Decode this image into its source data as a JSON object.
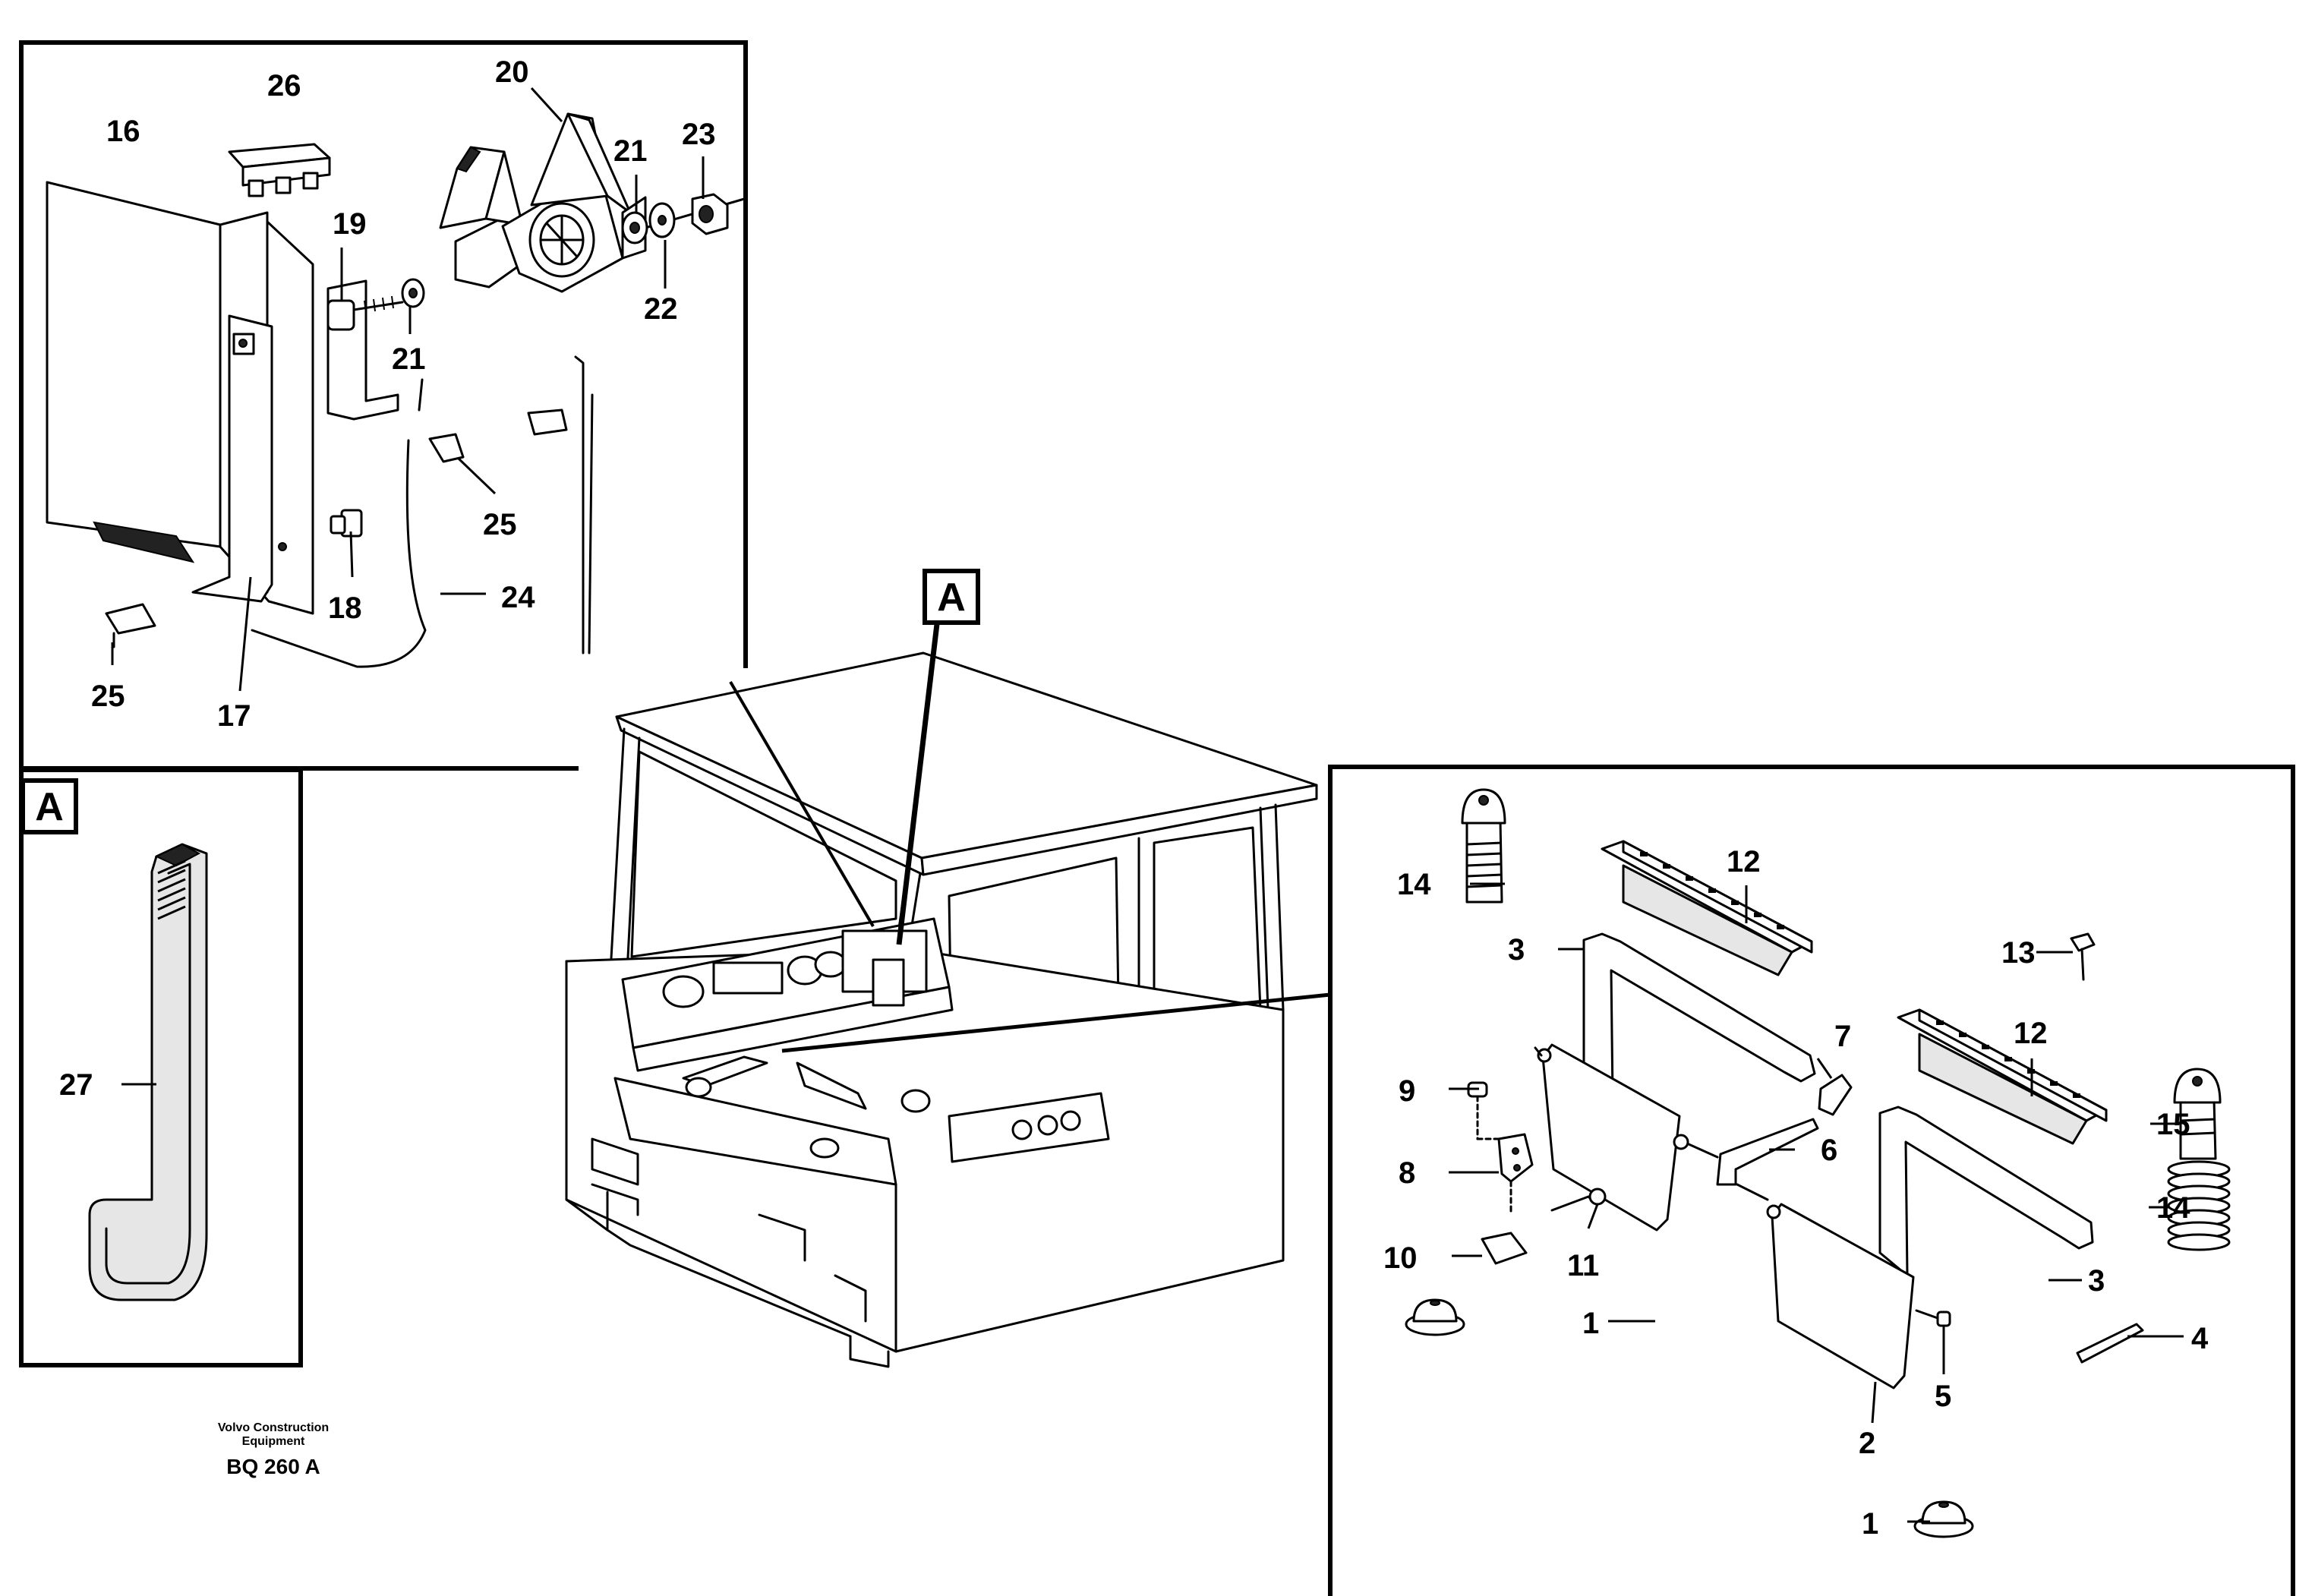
{
  "callouts": {
    "c1a": "1",
    "c1b": "1",
    "c2": "2",
    "c3a": "3",
    "c3b": "3",
    "c4": "4",
    "c5": "5",
    "c6": "6",
    "c7": "7",
    "c8": "8",
    "c9": "9",
    "c10": "10",
    "c11": "11",
    "c12a": "12",
    "c12b": "12",
    "c13": "13",
    "c14a": "14",
    "c14b": "14",
    "c15": "15",
    "c16": "16",
    "c17": "17",
    "c18": "18",
    "c19": "19",
    "c20": "20",
    "c21a": "21",
    "c21b": "21",
    "c22": "22",
    "c23": "23",
    "c24": "24",
    "c25a": "25",
    "c25b": "25",
    "c26": "26",
    "c27": "27"
  },
  "view_labels": {
    "cab_marker": "A",
    "inset_marker": "A"
  },
  "credit": {
    "line1": "Volvo Construction",
    "line2": "Equipment",
    "code": "BQ 260 A"
  }
}
